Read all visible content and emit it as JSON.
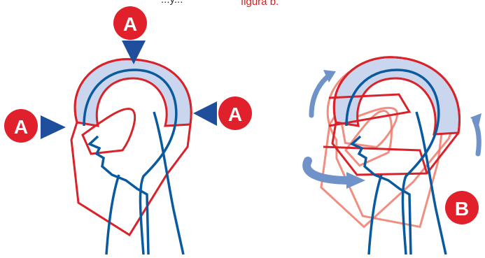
{
  "figure": {
    "caption_right": "figura b.",
    "caption_left_partial": "...y..."
  },
  "markers": {
    "a_label": "A",
    "b_label": "B"
  },
  "colors": {
    "helmet_outline": "#d9222a",
    "liner_fill": "#c9d6ee",
    "head_line": "#0a5aa0",
    "arrow_blue": "#1f4f9c",
    "badge_red": "#e0202a",
    "motion_arrow": "#6f92c9",
    "ghost_outline": "#f07a6a"
  }
}
